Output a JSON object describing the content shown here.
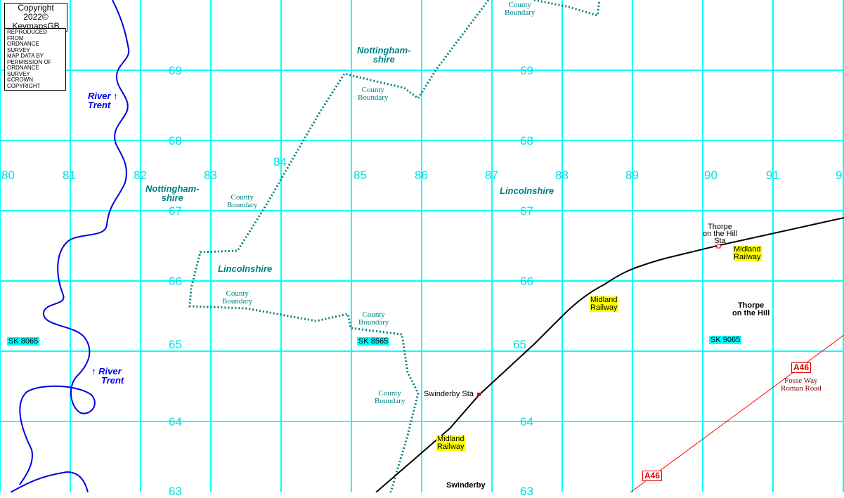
{
  "copyright": {
    "line1": "Copyright 2022©",
    "line2": "KeymapsGB"
  },
  "os_notice": [
    "REPRODUCED FROM",
    "ORDNANCE SURVEY",
    "MAP DATA BY",
    "PERMISSION OF",
    "ORDNANCE SURVEY",
    "©CROWN COPYRIGHT"
  ],
  "eastings": [
    "80",
    "81",
    "82",
    "83",
    "84",
    "85",
    "86",
    "87",
    "88",
    "89",
    "90",
    "91",
    "9"
  ],
  "northings": [
    "69",
    "68",
    "67",
    "66",
    "65",
    "64",
    "63"
  ],
  "grid_refs": [
    "SK 8065",
    "SK 8565",
    "SK 9065"
  ],
  "counties": {
    "notts": "Nottingham-",
    "notts2": "shire",
    "lincs": "Lincolnshire"
  },
  "boundary": {
    "l1": "County",
    "l2": "Boundary"
  },
  "river": {
    "l1": "River",
    "l2": "Trent",
    "arrow": "↑"
  },
  "railway": {
    "l1": "Midland",
    "l2": "Railway"
  },
  "stations": {
    "swinderby": "Swinderby Sta",
    "thorpe1": "Thorpe",
    "thorpe2": "on the Hill",
    "thorpe3": "Sta"
  },
  "places": {
    "thorpe1": "Thorpe",
    "thorpe2": "on the Hill",
    "swinderby": "Swinderby"
  },
  "road": {
    "number": "A46",
    "name1": "Fosse Way",
    "name2": "Roman Road"
  },
  "colors": {
    "grid": "#00ffff",
    "river": "#0000e0",
    "boundary": "#008080",
    "railway": "#000000",
    "road": "#ff0000"
  }
}
